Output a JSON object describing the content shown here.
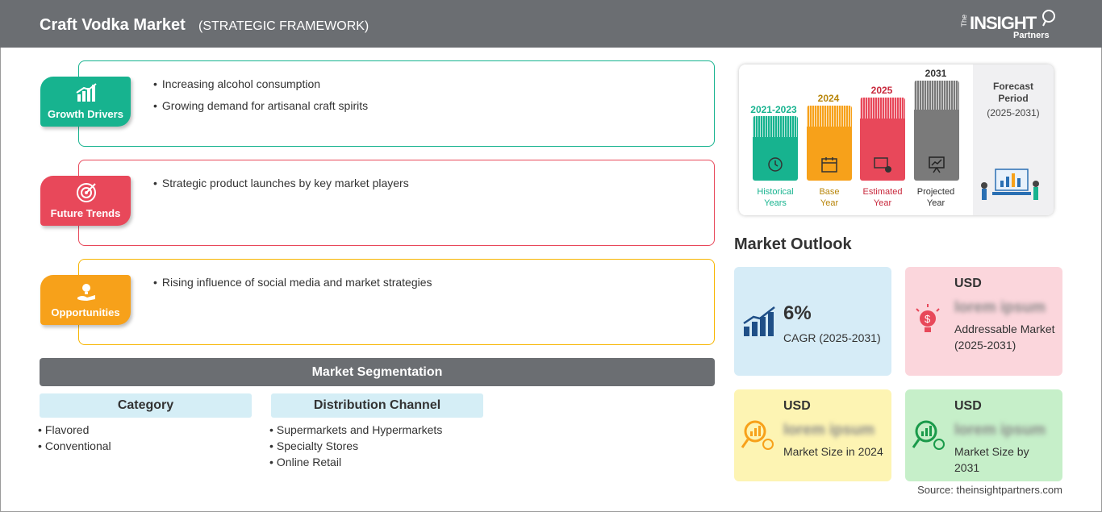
{
  "header": {
    "title": "Craft Vodka Market",
    "subtitle": "(STRATEGIC FRAMEWORK)",
    "logo": {
      "the": "The",
      "insight": "INSIGHT",
      "partners": "Partners"
    }
  },
  "framework": {
    "growth_drivers": {
      "label": "Growth Drivers",
      "color": "#17b38f",
      "items": [
        "Increasing alcohol consumption",
        "Growing demand for artisanal craft spirits"
      ]
    },
    "future_trends": {
      "label": "Future Trends",
      "color": "#e8485a",
      "items": [
        "Strategic product launches by key market players"
      ]
    },
    "opportunities": {
      "label": "Opportunities",
      "color": "#f7a11a",
      "items": [
        "Rising influence of social media and market strategies"
      ]
    }
  },
  "segmentation": {
    "title": "Market Segmentation",
    "category": {
      "title": "Category",
      "items": [
        "Flavored",
        "Conventional"
      ]
    },
    "distribution": {
      "title": "Distribution Channel",
      "items": [
        "Supermarkets and Hypermarkets",
        "Specialty Stores",
        "Online Retail"
      ]
    }
  },
  "timeline": {
    "historical": {
      "year": "2021-2023",
      "label1": "Historical",
      "label2": "Years",
      "color": "#17b38f"
    },
    "base": {
      "year": "2024",
      "label1": "Base",
      "label2": "Year",
      "color": "#f7a11a"
    },
    "estimated": {
      "year": "2025",
      "label1": "Estimated",
      "label2": "Year",
      "color": "#e8485a"
    },
    "projected": {
      "year": "2031",
      "label1": "Projected",
      "label2": "Year",
      "color": "#7a7a7a"
    },
    "forecast_title": "Forecast Period",
    "forecast_range": "(2025-2031)"
  },
  "outlook": {
    "title": "Market Outlook",
    "cagr": {
      "value": "6%",
      "label": "CAGR (2025-2031)"
    },
    "addressable": {
      "currency": "USD",
      "value": "lorem ipsum",
      "label": "Addressable Market (2025-2031)"
    },
    "size_2024": {
      "currency": "USD",
      "value": "lorem ipsum",
      "label": "Market Size in 2024"
    },
    "size_2031": {
      "currency": "USD",
      "value": "lorem ipsum",
      "label": "Market Size by 2031"
    }
  },
  "source": "Source: theinsightpartners.com"
}
